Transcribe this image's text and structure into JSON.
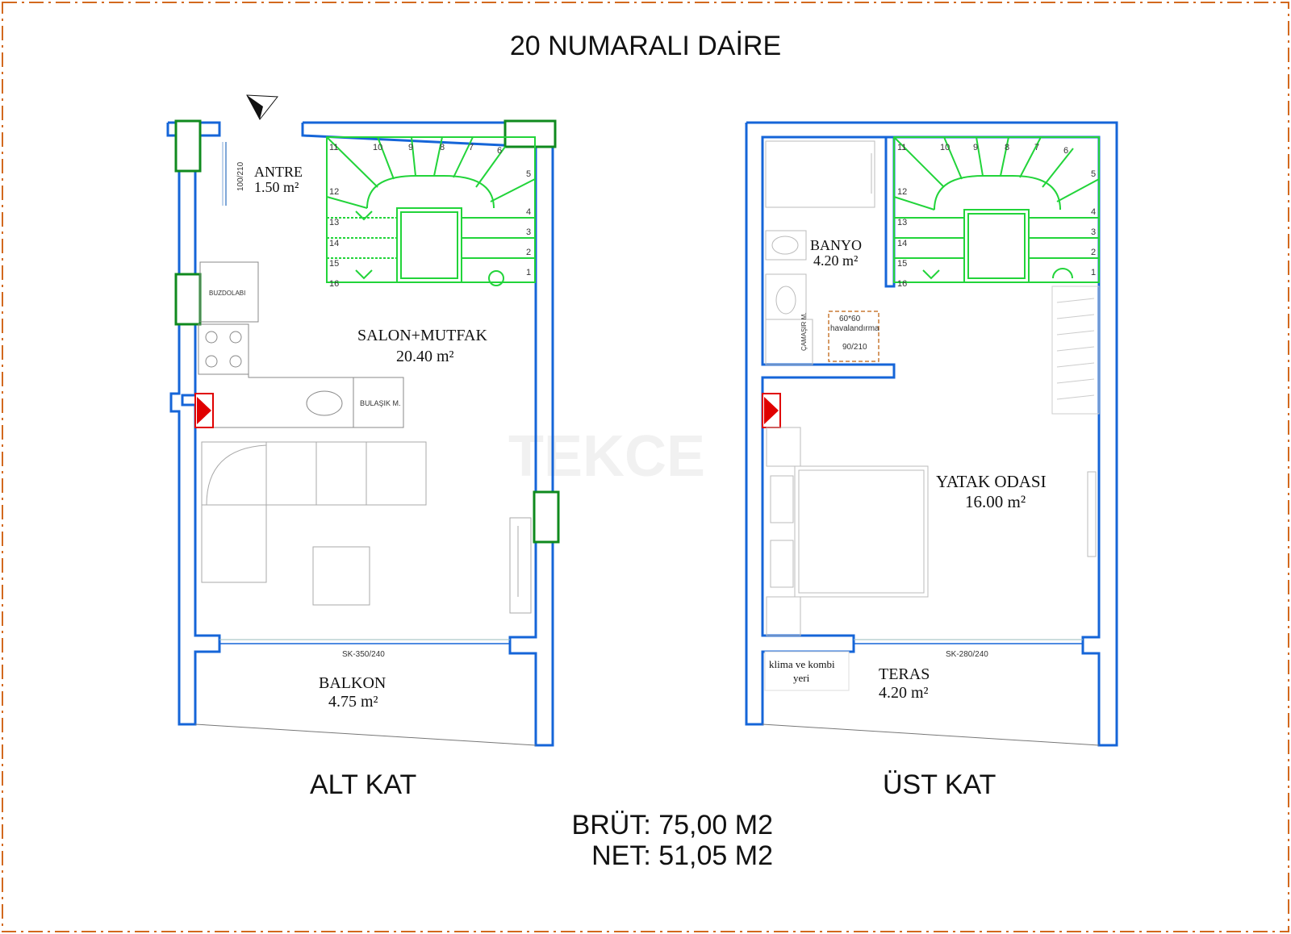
{
  "title": "20 NUMARALI DAİRE",
  "floors": {
    "lower": {
      "label": "ALT KAT",
      "rooms": {
        "antre": {
          "name": "ANTRE",
          "area": "1.50 m²"
        },
        "salon": {
          "name": "SALON+MUTFAK",
          "area": "20.40 m²"
        },
        "balkon": {
          "name": "BALKON",
          "area": "4.75 m²"
        }
      },
      "fixtures": {
        "fridge": "BUZDOLABI",
        "dishwasher": "BULAŞIK M.",
        "window": "SK-350/240",
        "door": "100/210"
      },
      "stair_numbers": [
        "11",
        "10",
        "9",
        "8",
        "7",
        "6",
        "5",
        "12",
        "4",
        "13",
        "3",
        "14",
        "2",
        "15",
        "1",
        "16"
      ]
    },
    "upper": {
      "label": "ÜST KAT",
      "rooms": {
        "banyo": {
          "name": "BANYO",
          "area": "4.20 m²"
        },
        "yatak": {
          "name": "YATAK ODASI",
          "area": "16.00 m²"
        },
        "teras": {
          "name": "TERAS",
          "area": "4.20 m²"
        }
      },
      "fixtures": {
        "washer": "ÇAMAŞIR M.",
        "vent_size": "60*60",
        "vent_label": "havalandırma",
        "door": "90/210",
        "window": "SK-280/240",
        "hvac_line1": "klima ve kombi",
        "hvac_line2": "yeri"
      },
      "stair_numbers": [
        "11",
        "10",
        "9",
        "8",
        "7",
        "6",
        "5",
        "12",
        "4",
        "13",
        "3",
        "14",
        "2",
        "15",
        "1",
        "16"
      ]
    }
  },
  "areas": {
    "brut": "BRÜT: 75,00 M2",
    "net": "NET: 51,05 M2"
  },
  "watermark": "TEKCE",
  "colors": {
    "wall": "#1565d8",
    "stair": "#22d43a",
    "column": "#0f8a1e",
    "border": "#d2691e",
    "fire": "#e00000"
  }
}
